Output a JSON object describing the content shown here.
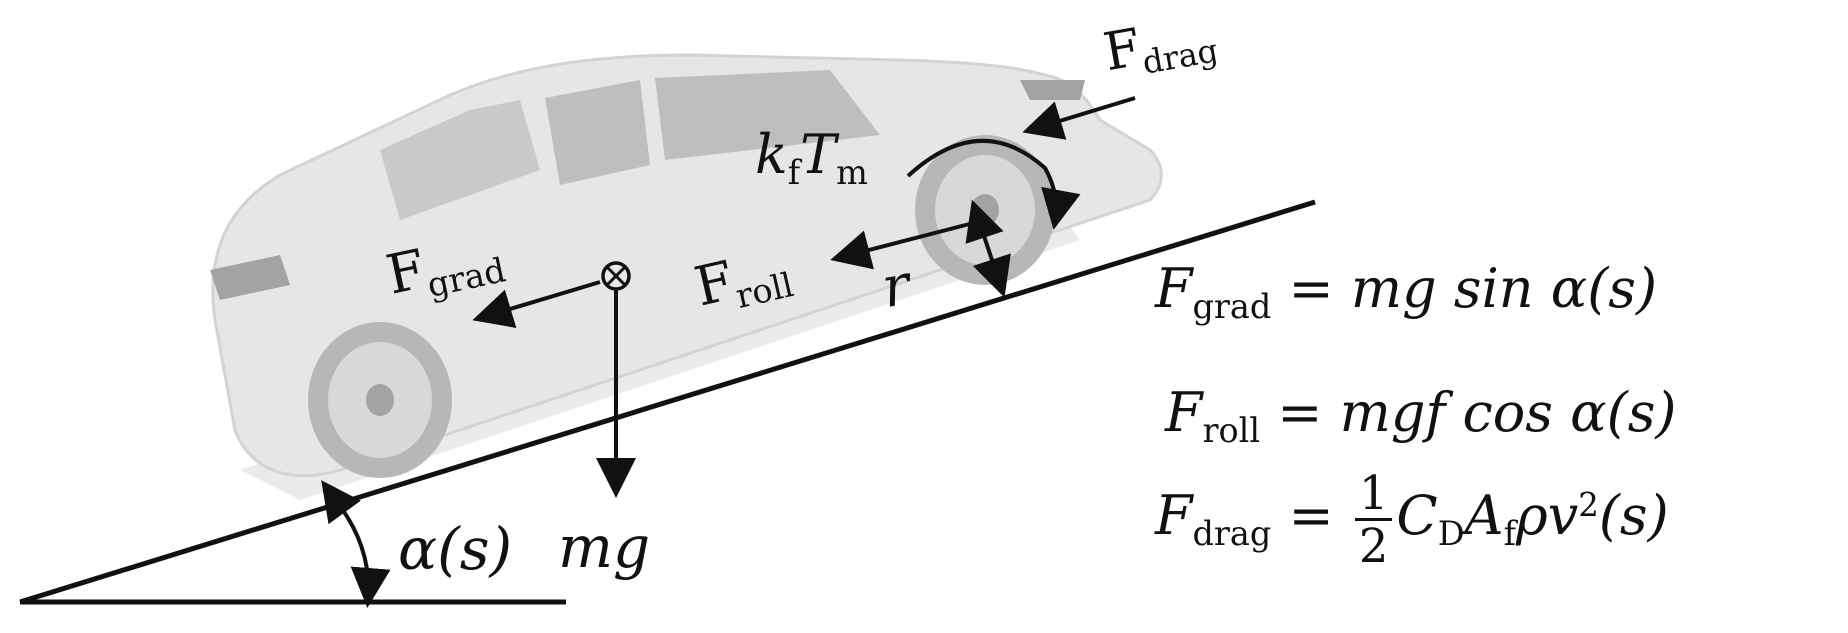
{
  "labels": {
    "f_drag": {
      "base": "F",
      "sub": "drag"
    },
    "kf_tm": {
      "k": "k",
      "k_sub": "f",
      "t": "T",
      "t_sub": "m"
    },
    "f_grad": {
      "base": "F",
      "sub": "grad"
    },
    "f_roll": {
      "base": "F",
      "sub": "roll"
    },
    "r": "r",
    "alpha": "α(s)",
    "mg": "mg"
  },
  "equations": {
    "grad": {
      "lhs": "F",
      "lhs_sub": "grad",
      "rhs": "= mg sin α(s)"
    },
    "roll": {
      "lhs": "F",
      "lhs_sub": "roll",
      "rhs": "= mgf cos α(s)"
    },
    "drag": {
      "lhs": "F",
      "lhs_sub": "drag",
      "eq": "=",
      "frac_num": "1",
      "frac_den": "2",
      "c": "C",
      "c_sub": "D",
      "a": "A",
      "a_sub": "f",
      "rho_v": "ρv",
      "pow": "2",
      "tail": "(s)"
    }
  },
  "colors": {
    "ink": "#111111",
    "car_body": "#e4e4e4",
    "car_shadow": "#c9c9c9",
    "window": "#b8b8b8",
    "wheel": "#9a9a9a"
  }
}
